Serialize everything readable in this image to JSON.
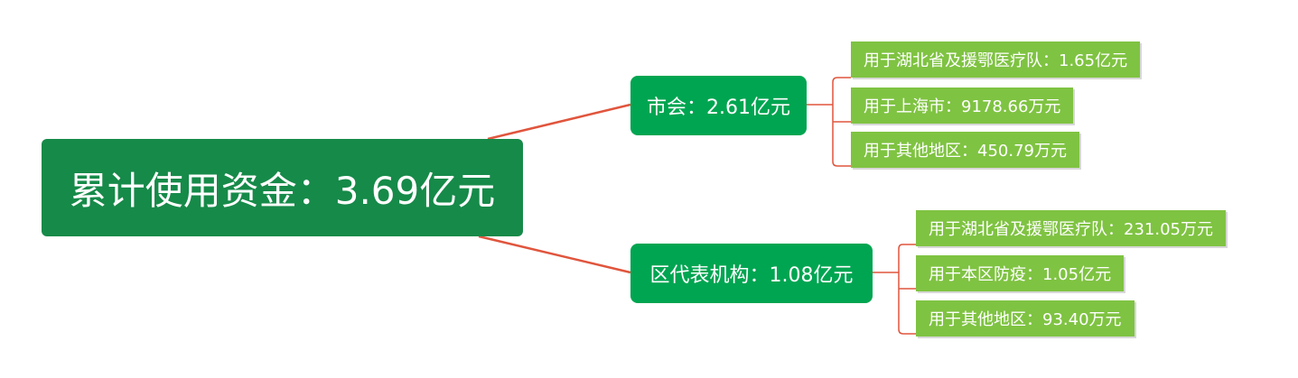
{
  "colors": {
    "root_fill": "#168a49",
    "branch_fill": "#00a551",
    "leaf_fill": "#7fc342",
    "connector": "#e0553d",
    "text": "#ffffff"
  },
  "mindmap": {
    "root": {
      "label": "累计使用资金：3.69亿元"
    },
    "branches": [
      {
        "label": "市会：2.61亿元",
        "children": [
          {
            "label": "用于湖北省及援鄂医疗队：1.65亿元"
          },
          {
            "label": "用于上海市：9178.66万元"
          },
          {
            "label": "用于其他地区：450.79万元"
          }
        ]
      },
      {
        "label": "区代表机构：1.08亿元",
        "children": [
          {
            "label": "用于湖北省及援鄂医疗队：231.05万元"
          },
          {
            "label": "用于本区防疫：1.05亿元"
          },
          {
            "label": "用于其他地区：93.40万元"
          }
        ]
      }
    ]
  }
}
